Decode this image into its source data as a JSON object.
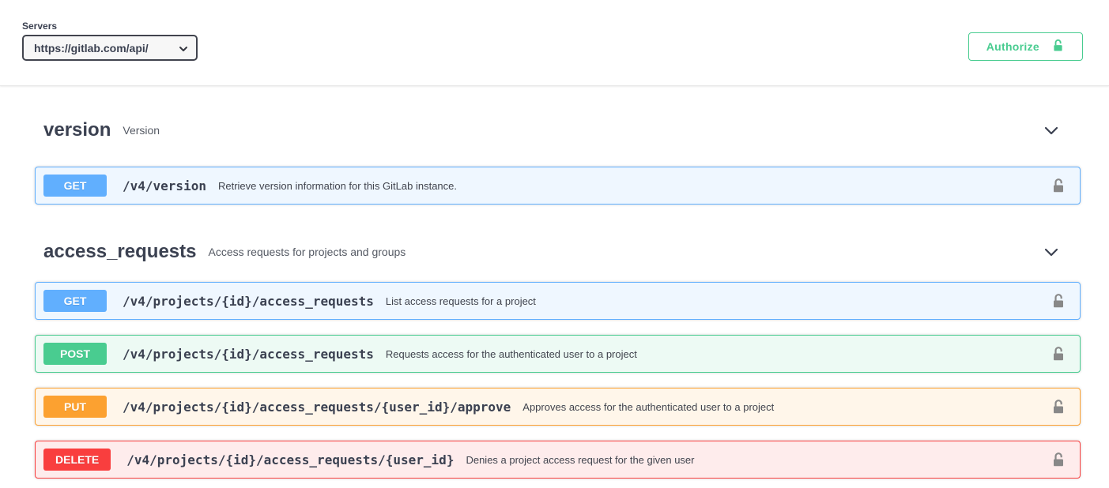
{
  "servers": {
    "label": "Servers",
    "selected": "https://gitlab.com/api/"
  },
  "auth": {
    "button_label": "Authorize"
  },
  "colors": {
    "method-get": "#61affe",
    "method-post": "#49cc90",
    "method-put": "#fca130",
    "method-delete": "#f93e3e",
    "get-bg": "#eff7ff",
    "post-bg": "#edfaf4",
    "put-bg": "#fff6ea",
    "delete-bg": "#feecec",
    "authorize-green": "#49cc90",
    "heading-text": "#3b4151",
    "lock-gray": "#888888"
  },
  "sections": [
    {
      "title": "version",
      "description": "Version",
      "operations": [
        {
          "method": "GET",
          "path": "/v4/version",
          "summary": "Retrieve version information for this GitLab instance."
        }
      ]
    },
    {
      "title": "access_requests",
      "description": "Access requests for projects and groups",
      "operations": [
        {
          "method": "GET",
          "path": "/v4/projects/{id}/access_requests",
          "summary": "List access requests for a project"
        },
        {
          "method": "POST",
          "path": "/v4/projects/{id}/access_requests",
          "summary": "Requests access for the authenticated user to a project"
        },
        {
          "method": "PUT",
          "path": "/v4/projects/{id}/access_requests/{user_id}/approve",
          "summary": "Approves access for the authenticated user to a project"
        },
        {
          "method": "DELETE",
          "path": "/v4/projects/{id}/access_requests/{user_id}",
          "summary": "Denies a project access request for the given user"
        }
      ]
    }
  ]
}
